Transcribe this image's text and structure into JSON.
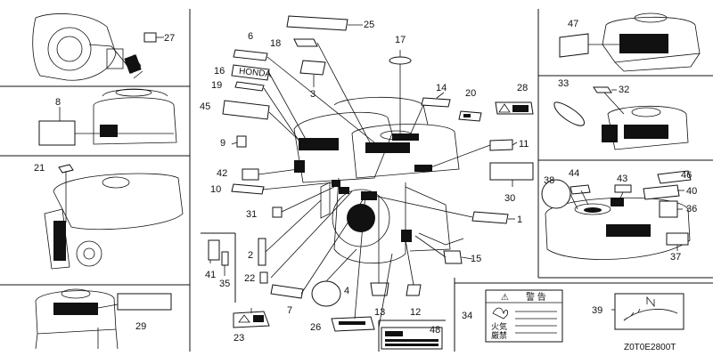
{
  "diagram_code": "Z0T0E2800T",
  "brand_decal_text": "HONDA",
  "warning_label": {
    "title_symbol": "⚠",
    "title": "警 告",
    "fire_text_line1": "火気",
    "fire_text_line2": "厳禁"
  },
  "callouts": {
    "c1": "1",
    "c2": "2",
    "c3": "3",
    "c4": "4",
    "c6": "6",
    "c7": "7",
    "c8": "8",
    "c9": "9",
    "c10": "10",
    "c11": "11",
    "c12": "12",
    "c13": "13",
    "c14": "14",
    "c15": "15",
    "c16": "16",
    "c17": "17",
    "c18": "18",
    "c19": "19",
    "c20": "20",
    "c21": "21",
    "c22": "22",
    "c23": "23",
    "c25": "25",
    "c26": "26",
    "c27": "27",
    "c28": "28",
    "c29": "29",
    "c30": "30",
    "c31": "31",
    "c32": "32",
    "c33": "33",
    "c34": "34",
    "c35": "35",
    "c36": "36",
    "c37": "37",
    "c38": "38",
    "c39": "39",
    "c40": "40",
    "c41": "41",
    "c42": "42",
    "c43": "43",
    "c44": "44",
    "c45": "45",
    "c46": "46",
    "c47": "47",
    "c48": "48"
  }
}
